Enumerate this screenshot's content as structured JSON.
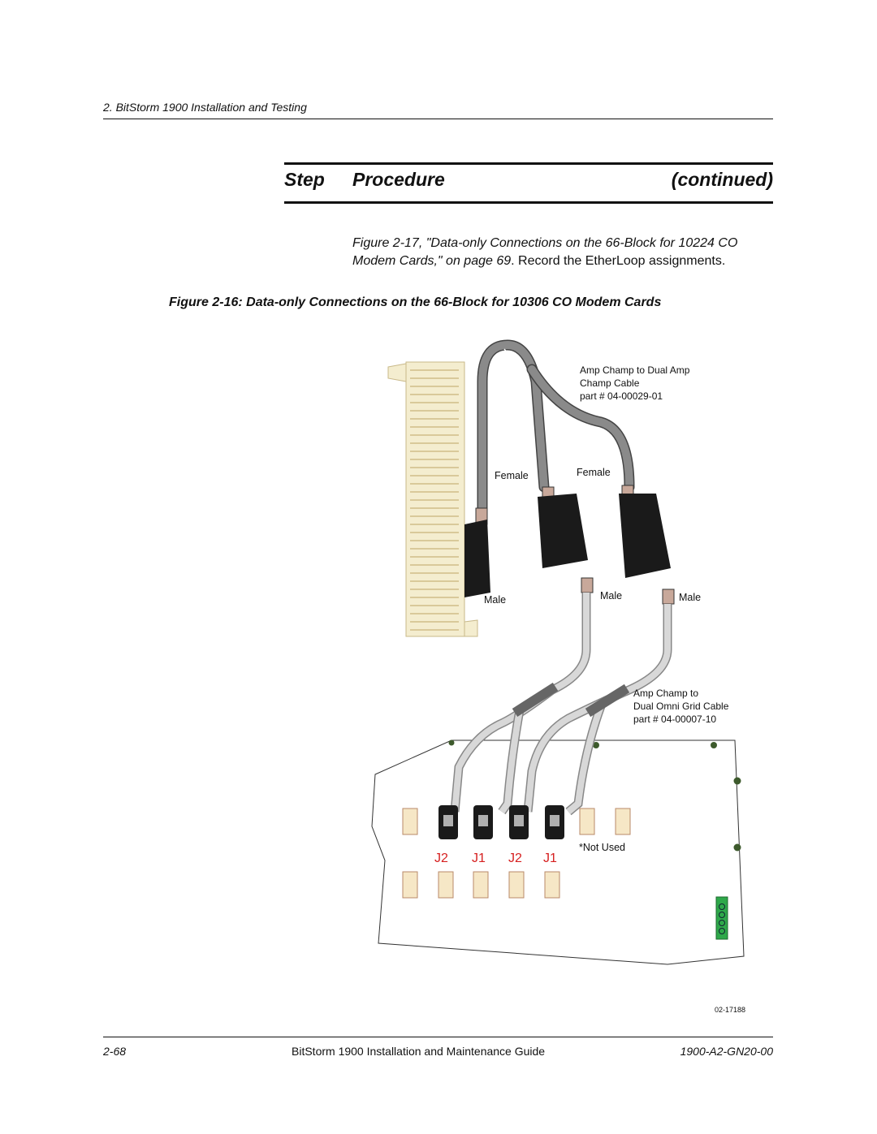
{
  "header": {
    "section": "2. BitStorm 1900 Installation and Testing"
  },
  "step_table": {
    "step_label": "Step",
    "procedure_label": "Procedure",
    "continued_label": "(continued)"
  },
  "body": {
    "xref": "Figure 2-17, \"Data-only Connections on the 66-Block for 10224 CO Modem Cards,\" on page 69",
    "tail": ". Record the EtherLoop assignments."
  },
  "figure": {
    "caption": "Figure 2-16: Data-only Connections on the 66-Block for 10306 CO Modem Cards",
    "labels": {
      "cable1_line1": "Amp Champ to Dual Amp",
      "cable1_line2": "Champ Cable",
      "cable1_line3": "part # 04-00029-01",
      "female_left": "Female",
      "female_right": "Female",
      "male_block": "Male",
      "male_mid": "Male",
      "male_right": "Male",
      "cable2_line1": "Amp Champ to",
      "cable2_line2": "Dual Omni Grid Cable",
      "cable2_line3": "part # 04-00007-10",
      "not_used": "*Not Used",
      "j_labels": [
        "J2",
        "J1",
        "J2",
        "J1"
      ],
      "figure_id": "02-17188"
    }
  },
  "footer": {
    "page": "2-68",
    "title": "BitStorm 1900 Installation and Maintenance Guide",
    "doc_id": "1900-A2-GN20-00"
  }
}
